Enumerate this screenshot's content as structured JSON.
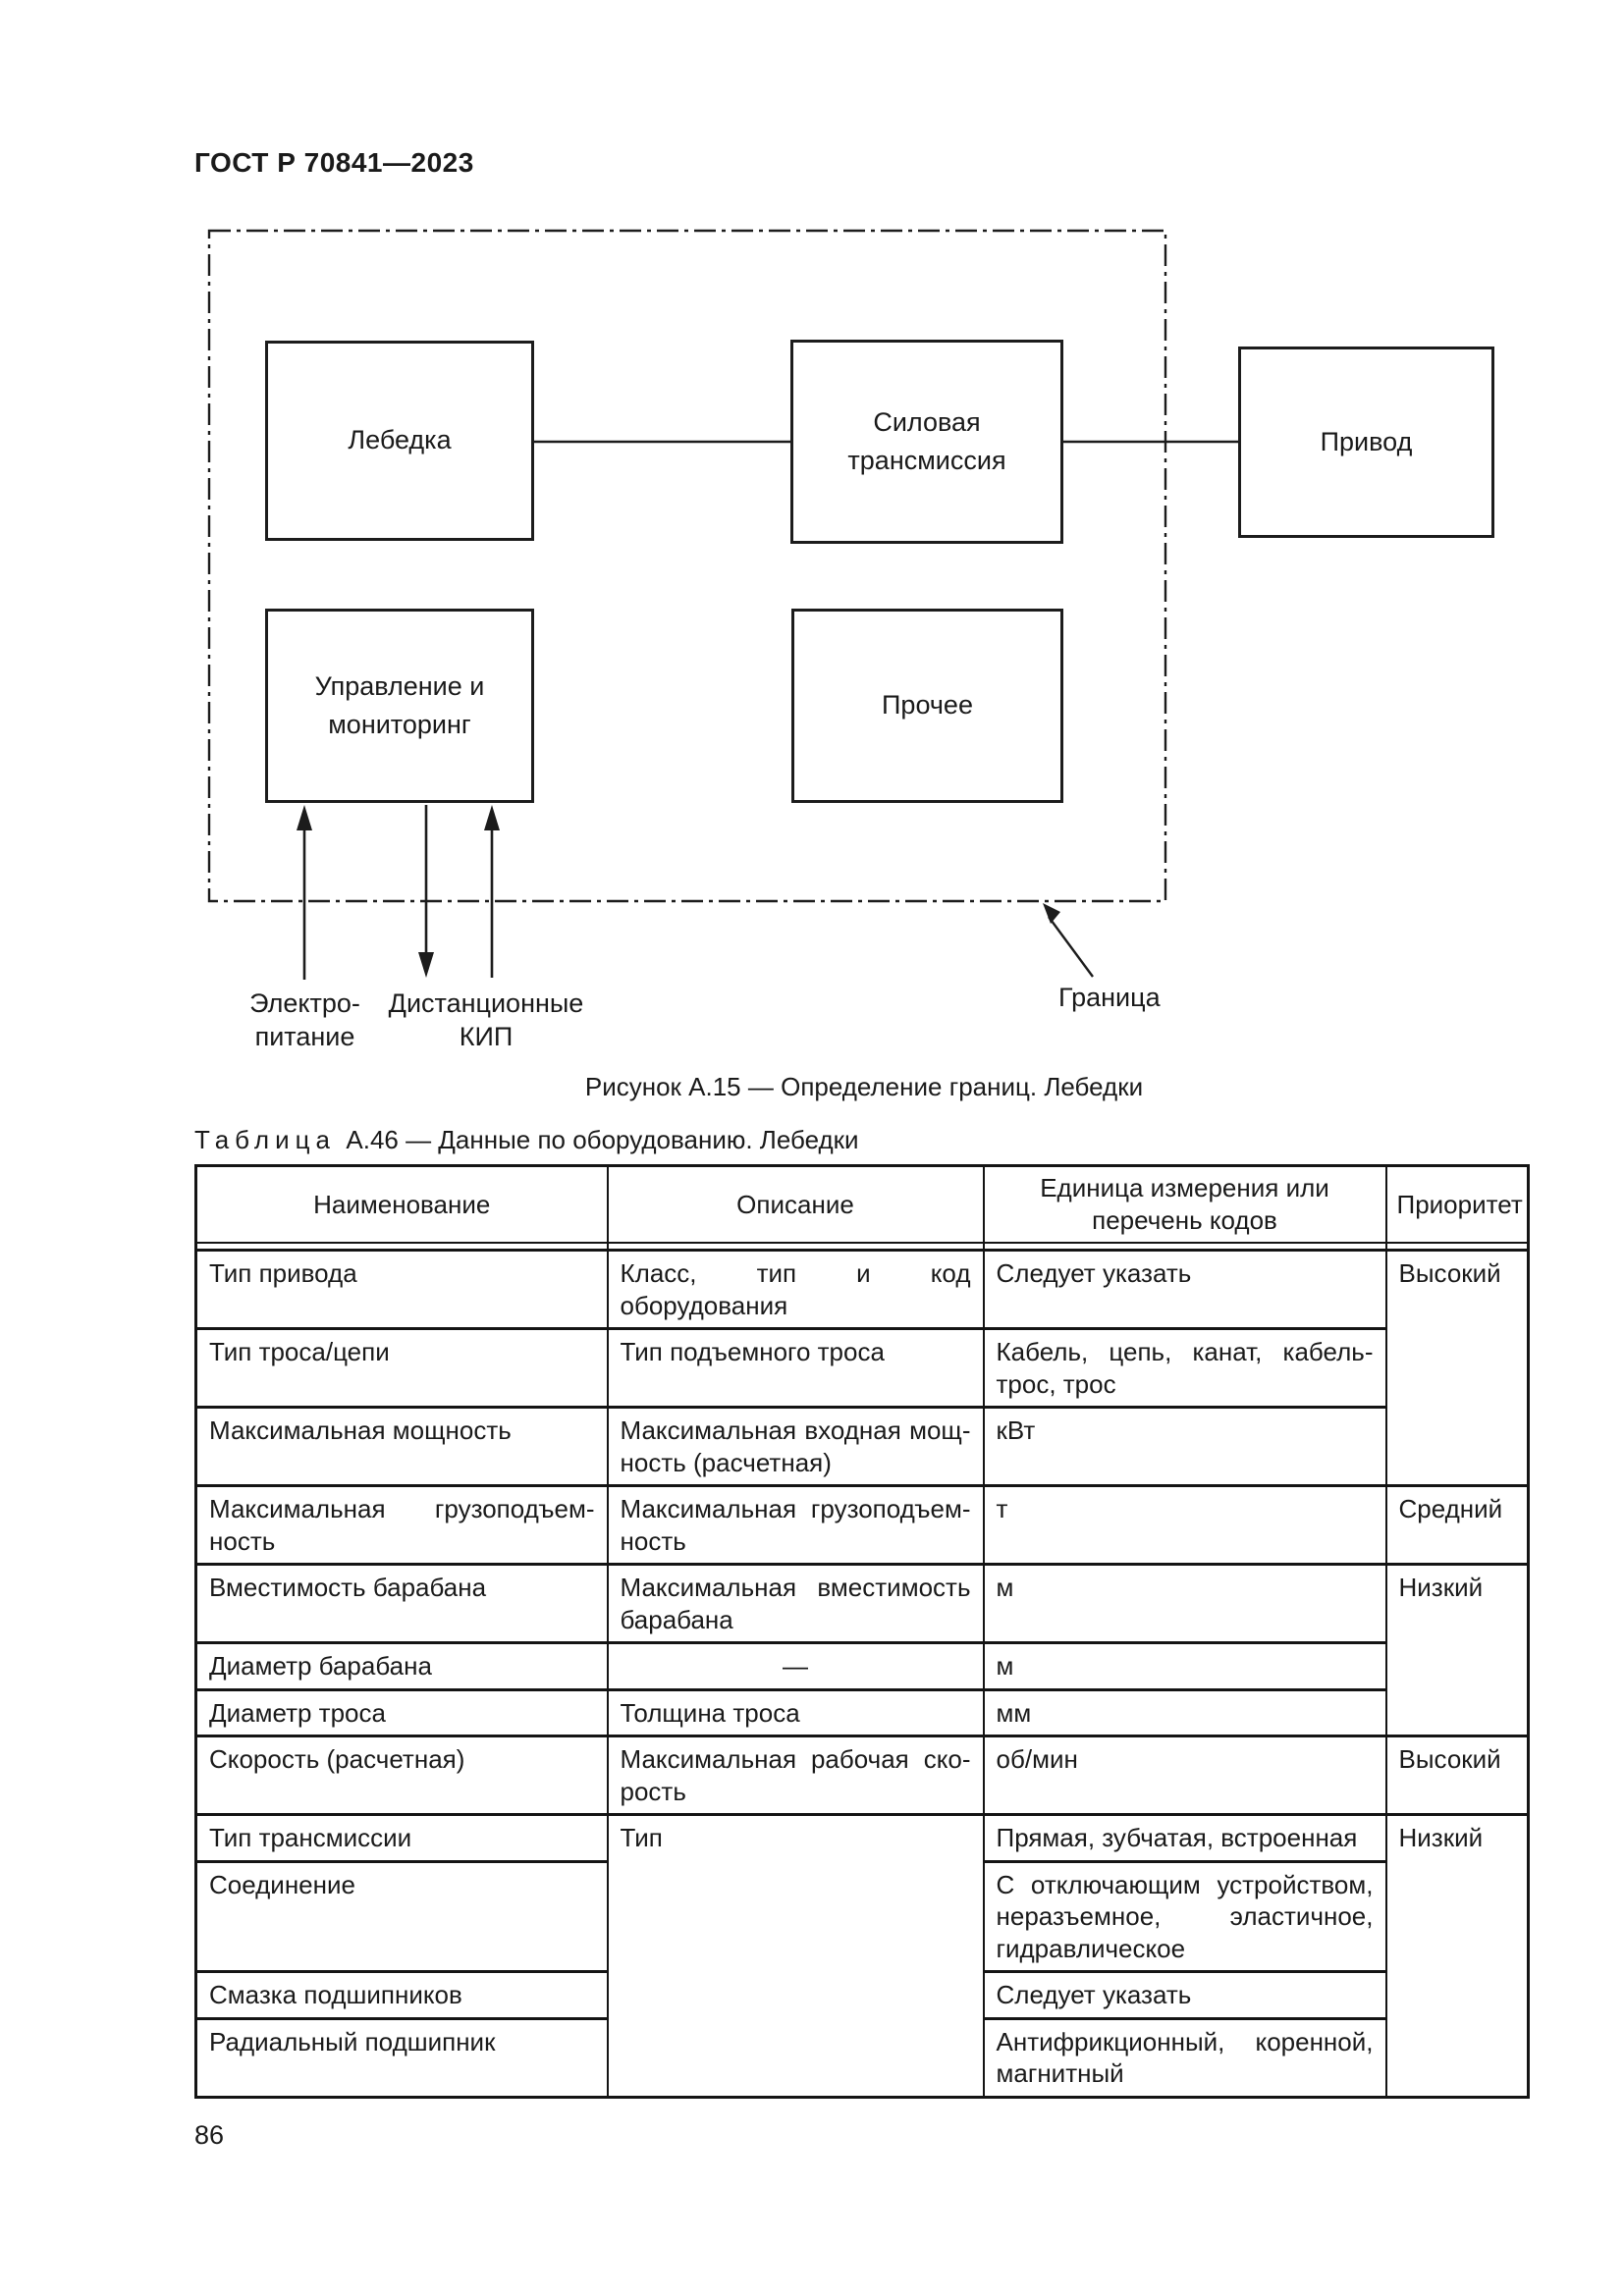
{
  "page": {
    "standard_number": "ГОСТ Р 70841—2023",
    "page_number": "86"
  },
  "figure": {
    "caption": "Рисунок А.15 — Определение границ. Лебедки",
    "boxes": {
      "winch": "Лебедка",
      "power_transmission": "Силовая трансмиссия",
      "drive": "Привод",
      "control_monitoring": "Управление и мониторинг",
      "other": "Прочее"
    },
    "labels": {
      "power_supply_line1": "Электро-",
      "power_supply_line2": "питание",
      "remote_line1": "Дистанционные",
      "remote_line2": "КИП",
      "boundary": "Граница"
    }
  },
  "table": {
    "label": "Таблица",
    "number_and_title": "А.46 — Данные по оборудованию. Лебедки",
    "columns": [
      "Наименование",
      "Описание",
      "Единица измерения или перечень кодов",
      "Приоритет"
    ],
    "rows": [
      {
        "name": "Тип привода",
        "desc": "Класс, тип и код оборудования",
        "unit": "Следует указать",
        "priority": "Высокий"
      },
      {
        "name": "Тип троса/цепи",
        "desc": "Тип подъемного троса",
        "unit": "Кабель, цепь, канат, кабель-трос, трос"
      },
      {
        "name": "Максимальная мощность",
        "desc": "Максимальная входная мощ­ность (расчетная)",
        "unit": "кВт"
      },
      {
        "name": "Максимальная грузоподъем­ность",
        "desc": "Максимальная грузоподъем­ность",
        "unit": "т",
        "priority": "Средний"
      },
      {
        "name": "Вместимость барабана",
        "desc": "Максимальная вместимость барабана",
        "unit": "м",
        "priority": "Низкий"
      },
      {
        "name": "Диаметр барабана",
        "desc": "—",
        "unit": "м"
      },
      {
        "name": "Диаметр троса",
        "desc": "Толщина троса",
        "unit": "мм"
      },
      {
        "name": "Скорость (расчетная)",
        "desc": "Максимальная рабочая ско­рость",
        "unit": "об/мин",
        "priority": "Высокий"
      },
      {
        "name": "Тип трансмиссии",
        "desc": "Тип",
        "unit": "Прямая, зубчатая, встроенная",
        "priority": "Низкий"
      },
      {
        "name": "Соединение",
        "unit": "С отключающим устройством, неразъемное, эластичное, гидравлическое"
      },
      {
        "name": "Смазка подшипников",
        "unit": "Следует указать"
      },
      {
        "name": "Радиальный подшипник",
        "unit": "Антифрикционный, коренной, магнитный"
      }
    ]
  }
}
